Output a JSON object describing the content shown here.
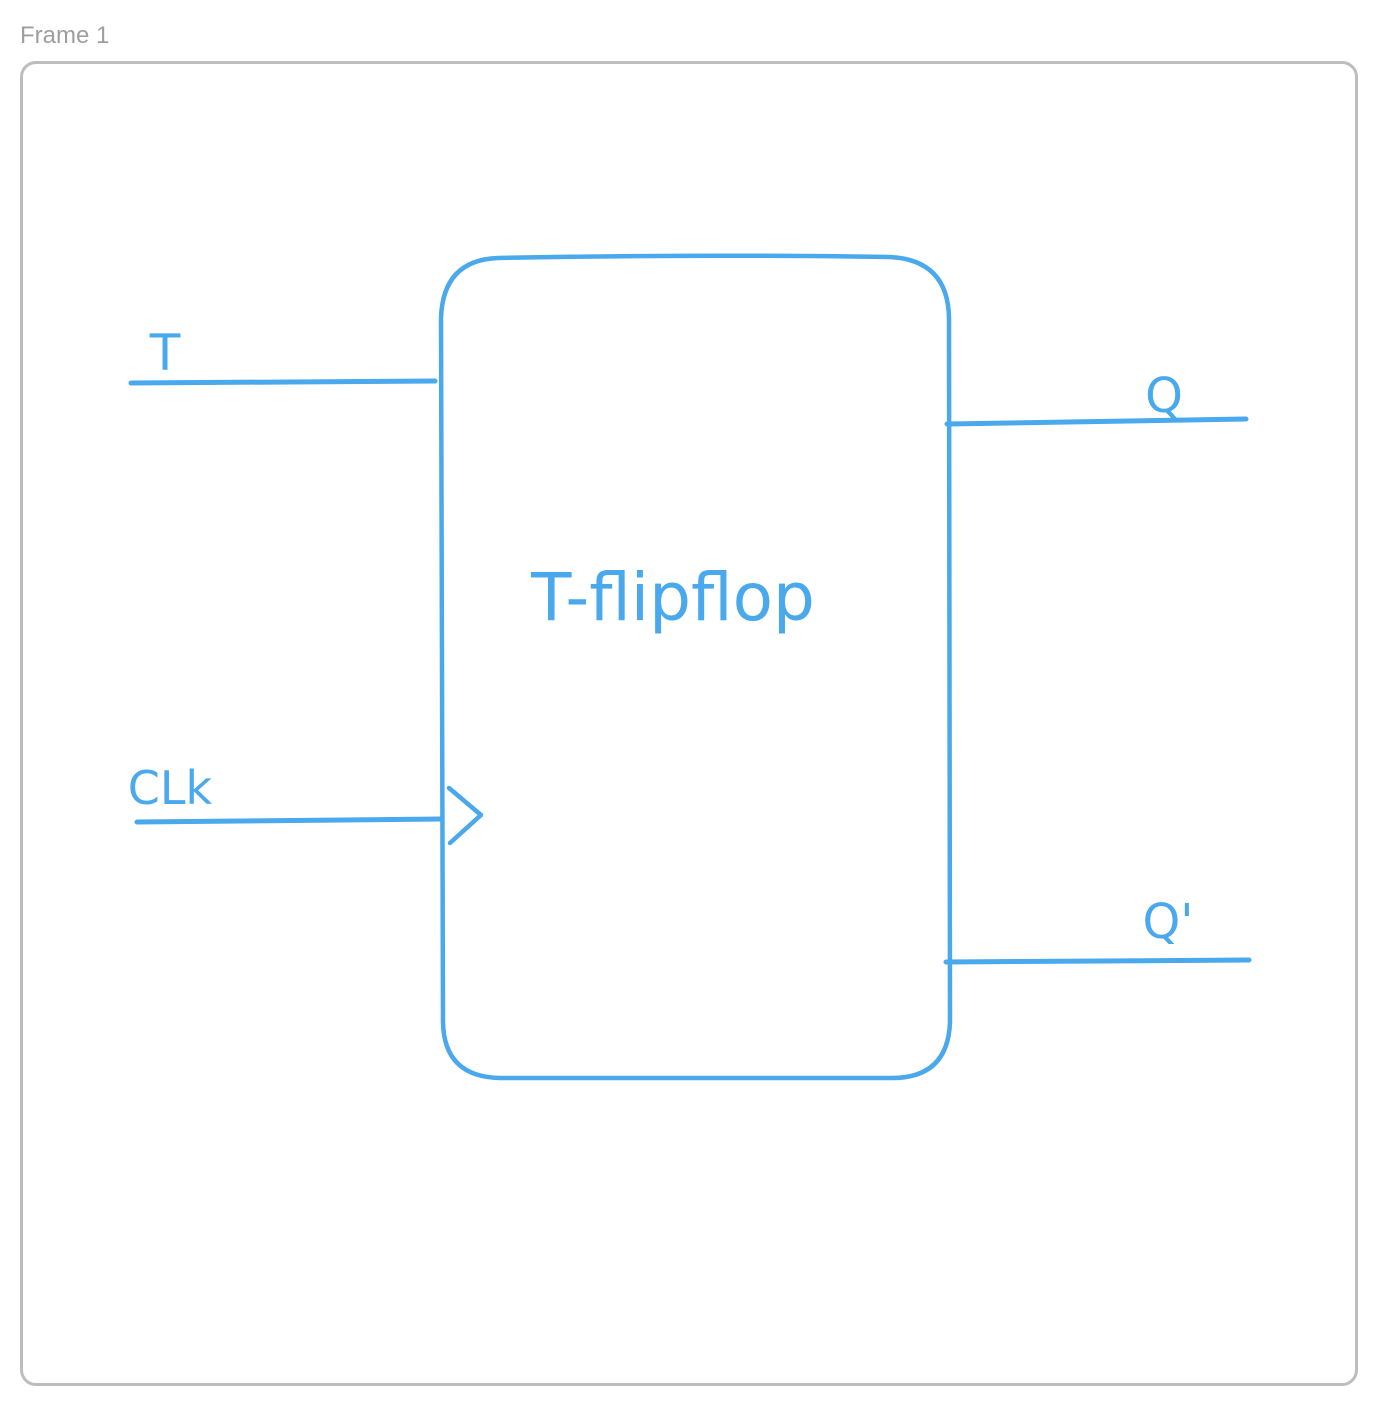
{
  "frame": {
    "label": "Frame 1"
  },
  "diagram": {
    "block_label": "T-flipflop",
    "inputs": {
      "t_label": "T",
      "clk_label": "CLk"
    },
    "outputs": {
      "q_label": "Q",
      "q_bar_label": "Q'"
    },
    "stroke_color": "#4aa8ec",
    "frame_border_color": "#bdbdbd"
  }
}
